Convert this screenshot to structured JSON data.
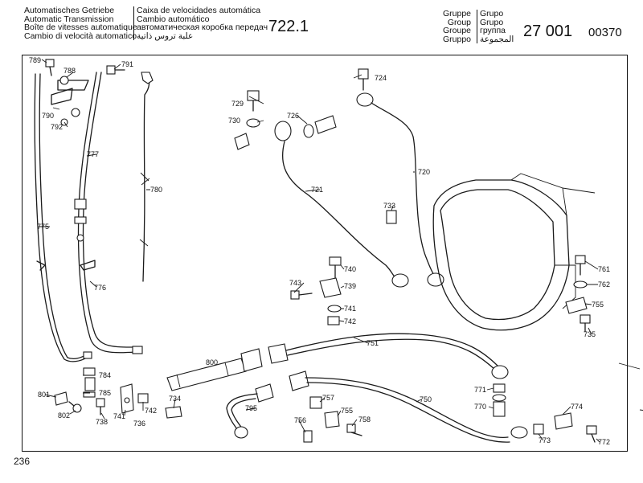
{
  "header": {
    "titles_left": [
      "Automatisches Getriebe",
      "Automatic Transmission",
      "Boîte de vitesses automatique",
      "Cambio di velocità automatico"
    ],
    "titles_right": [
      "Caixa de velocidades automática",
      "Cambio automático",
      "автоматическая коробка передач",
      "علبة تروس ذاتية"
    ],
    "model": "722.1",
    "group_labels_left": [
      "Gruppe",
      "Group",
      "Groupe",
      "Gruppo"
    ],
    "group_labels_right": [
      "Grupo",
      "Grupo",
      "группа",
      "المجموعة"
    ],
    "group_number": "27 001",
    "code": "00370"
  },
  "page_number": "236",
  "parts": {
    "p720": "720",
    "p721": "721",
    "p724": "724",
    "p726": "726",
    "p729": "729",
    "p730": "730",
    "p733": "733",
    "p734": "734",
    "p735": "735",
    "p736": "736",
    "p738": "738",
    "p739": "739",
    "p740": "740",
    "p741a": "741",
    "p741b": "741",
    "p742a": "742",
    "p742b": "742",
    "p743": "743",
    "p750": "750",
    "p751": "751",
    "p755a": "755",
    "p755b": "755",
    "p756": "756",
    "p757": "757",
    "p758": "758",
    "p761": "761",
    "p762": "762",
    "p770": "770",
    "p771": "771",
    "p772": "772",
    "p773": "773",
    "p774": "774",
    "p775": "775",
    "p776": "776",
    "p777": "777",
    "p780": "780",
    "p784": "784",
    "p785": "785",
    "p788": "788",
    "p789": "789",
    "p790": "790",
    "p791": "791",
    "p792": "792",
    "p795": "795",
    "p800": "800",
    "p801": "801",
    "p802": "802"
  }
}
